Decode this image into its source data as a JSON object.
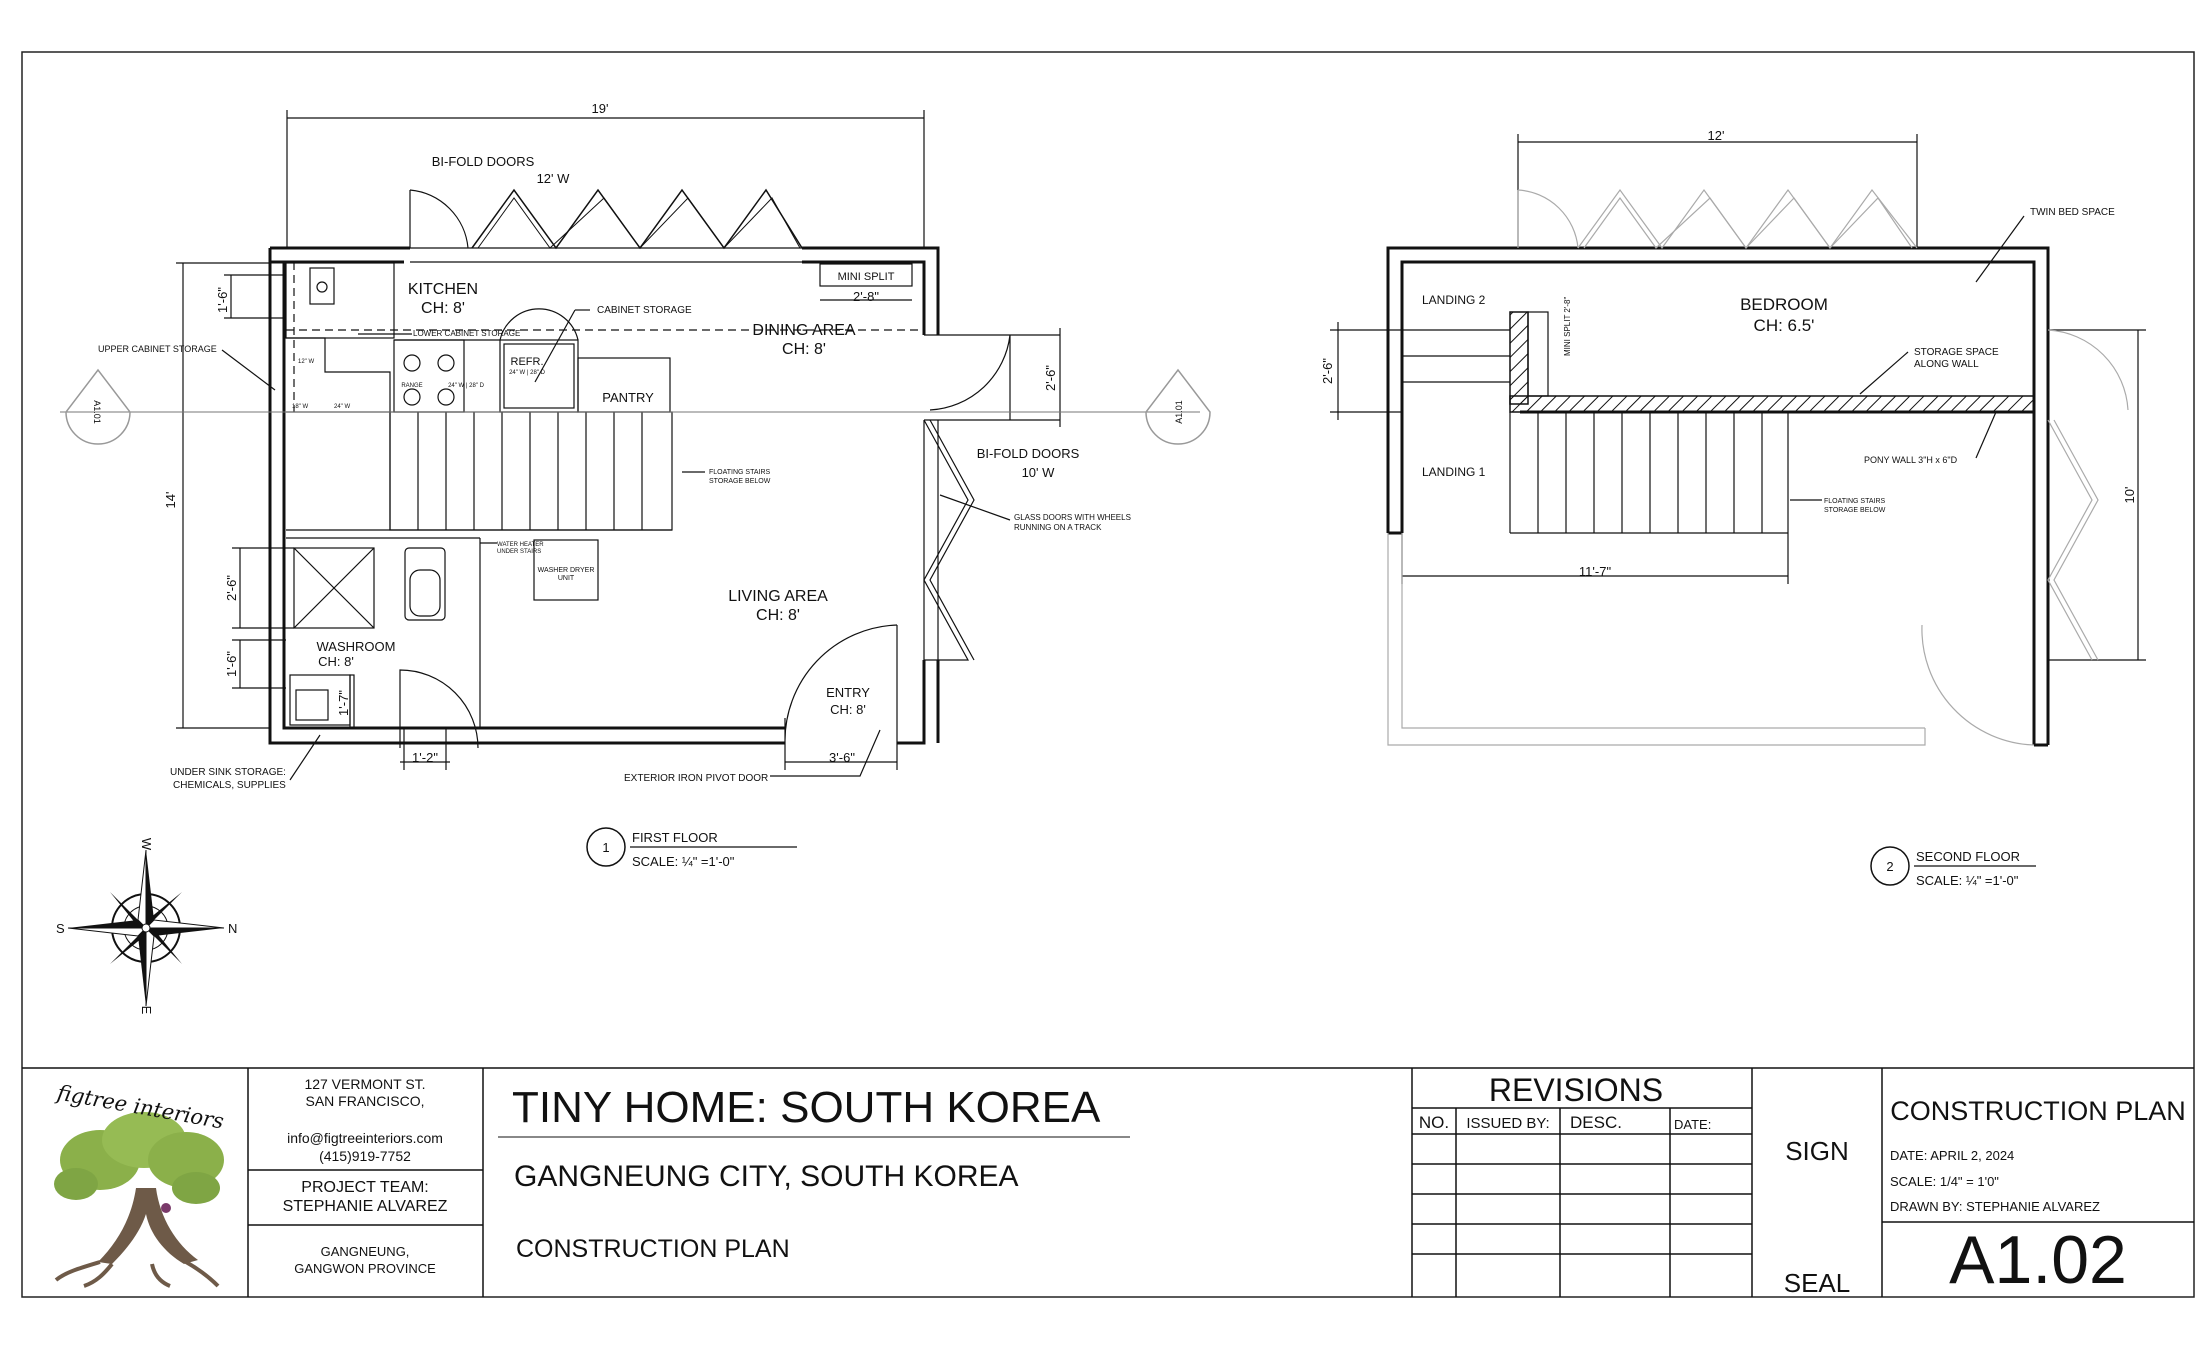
{
  "first_floor": {
    "overall_width": "19'",
    "overall_depth": "14'",
    "bifold_top": "BI-FOLD DOORS",
    "bifold_top_width": "12' W",
    "kitchen": "KITCHEN",
    "kitchen_ch": "CH: 8'",
    "dining": "DINING AREA",
    "dining_ch": "CH: 8'",
    "living": "LIVING AREA",
    "living_ch": "CH: 8'",
    "washroom": "WASHROOM",
    "washroom_ch": "CH: 8'",
    "entry": "ENTRY",
    "entry_ch": "CH: 8'",
    "mini_split": "MINI SPLIT",
    "mini_split_dim": "2'-8\"",
    "refr": "REFR.",
    "refr_dim": "24\" W | 28\" D",
    "range": "RANGE",
    "range_dim": "24\" W | 28\" D",
    "pantry": "PANTRY",
    "cabinet_storage": "CABINET STORAGE",
    "lower_cabinet": "LOWER CABINET STORAGE",
    "upper_cabinet": "UPPER CABINET STORAGE",
    "floating_stairs": "FLOATING STAIRS",
    "storage_below": "STORAGE BELOW",
    "water_heater": "WATER HEATER",
    "under_stairs": "UNDER STAIRS",
    "washer_dryer": "WASHER DRYER",
    "unit": "UNIT",
    "bifold_right": "BI-FOLD DOORS",
    "bifold_right_width": "10' W",
    "glass_doors_1": "GLASS DOORS WITH WHEELS",
    "glass_doors_2": "RUNNING ON A TRACK",
    "pivot_door": "EXTERIOR IRON PIVOT DOOR",
    "under_sink_1": "UNDER SINK STORAGE:",
    "under_sink_2": "CHEMICALS, SUPPLIES",
    "dim_1_6_top": "1'-6\"",
    "dim_2_6_right": "2'-6\"",
    "dim_2_6_left": "2'-6\"",
    "dim_1_6_left": "1'-6\"",
    "dim_1_7": "1'-7\"",
    "dim_1_2": "1'-2\"",
    "dim_3_6": "3'-6\"",
    "small_dim_a": "12\" W",
    "small_dim_b": "18\" W",
    "small_dim_c": "24\" W",
    "section_left": "A1.01",
    "section_right": "A1.01",
    "label_num": "1",
    "label_title": "FIRST FLOOR",
    "label_scale": "SCALE: ¼\" =1'-0\""
  },
  "second_floor": {
    "overall_width": "12'",
    "bedroom": "BEDROOM",
    "bedroom_ch": "CH: 6.5'",
    "landing_1": "LANDING 1",
    "landing_2": "LANDING 2",
    "mini_split": "MINI SPLIT 2'-8\"",
    "twin_bed": "TWIN BED SPACE",
    "storage_1": "STORAGE SPACE",
    "storage_2": "ALONG WALL",
    "pony_wall": "PONY WALL  3\"H x 6\"D",
    "floating_stairs": "FLOATING STAIRS",
    "storage_below": "STORAGE BELOW",
    "dim_2_6": "2'-6\"",
    "dim_11_7": "11'-7\"",
    "dim_10": "10'",
    "label_num": "2",
    "label_title": "SECOND FLOOR",
    "label_scale": "SCALE: ¼\" =1'-0\""
  },
  "compass": {
    "n": "N",
    "s": "S",
    "e": "E",
    "w": "W"
  },
  "title_block": {
    "logo_text": "figtree interiors",
    "address_1": "127 VERMONT ST.",
    "address_2": "SAN FRANCISCO,",
    "email": "info@figtreeinteriors.com",
    "phone": "(415)919-7752",
    "team_label": "PROJECT TEAM:",
    "team_name": "STEPHANIE ALVAREZ",
    "location_1": "GANGNEUNG,",
    "location_2": "GANGWON PROVINCE",
    "project_title": "TINY HOME: SOUTH KOREA",
    "project_location": "GANGNEUNG CITY, SOUTH KOREA",
    "project_type": "CONSTRUCTION PLAN",
    "revisions": "REVISIONS",
    "rev_no": "NO.",
    "rev_issued": "ISSUED BY:",
    "rev_desc": "DESC.",
    "rev_date": "DATE:",
    "sign": "SIGN",
    "seal": "SEAL",
    "sheet_title": "CONSTRUCTION PLAN",
    "date": "DATE:   APRIL 2, 2024",
    "scale": "SCALE: 1/4\" = 1'0\"",
    "drawn_by": "DRAWN BY: STEPHANIE ALVAREZ",
    "sheet_number": "A1.02"
  }
}
